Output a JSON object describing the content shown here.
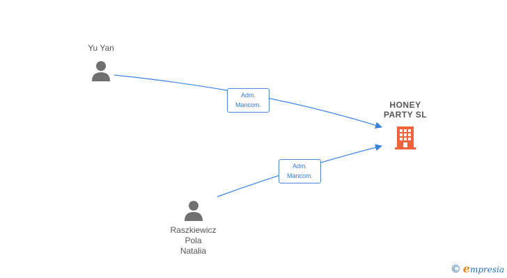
{
  "colors": {
    "edge": "#3b82e0",
    "person_icon": "#707070",
    "company_icon": "#f0623a",
    "label_border": "#4a86d8"
  },
  "nodes": {
    "person_1": {
      "name": "Yu Yan",
      "icon": "person-icon"
    },
    "person_2": {
      "name": "Raszkiewicz\nPola\nNatalia",
      "icon": "person-icon"
    },
    "company": {
      "name": "HONEY\nPARTY  SL",
      "icon": "building-icon"
    }
  },
  "edges": [
    {
      "from": "Yu Yan",
      "to": "HONEY PARTY SL",
      "label_line1": "Adm.",
      "label_line2": "Mancom."
    },
    {
      "from": "Raszkiewicz Pola Natalia",
      "to": "HONEY PARTY SL",
      "label_line1": "Adm.",
      "label_line2": "Mancom."
    }
  ],
  "footer": {
    "copyright_symbol": "©",
    "brand_initial": "e",
    "brand_rest": "mpresia"
  }
}
